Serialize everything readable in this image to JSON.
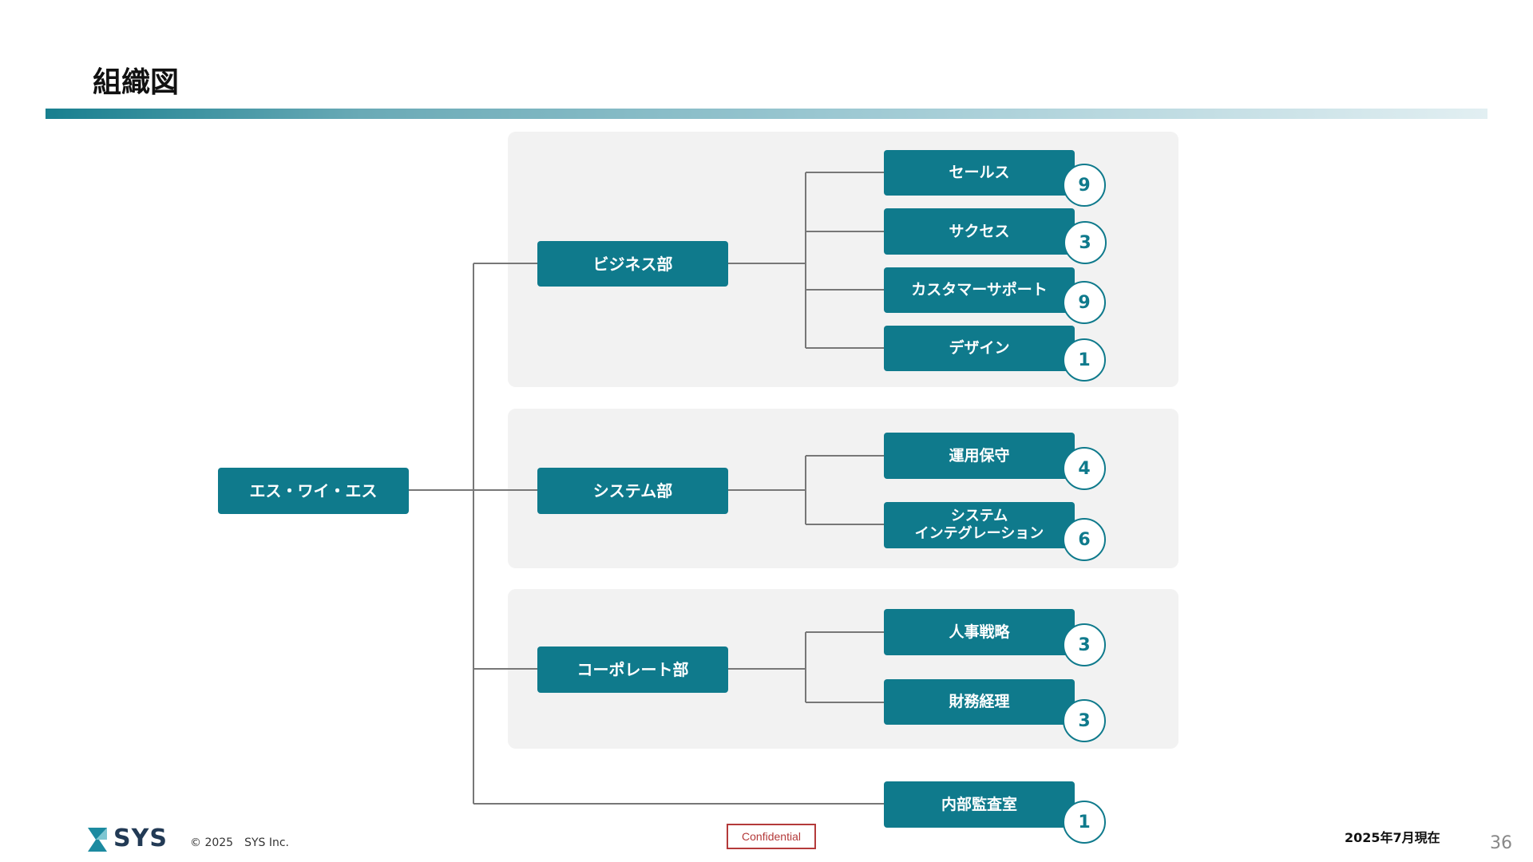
{
  "header": {
    "title": "組織図"
  },
  "chart": {
    "root": "エス・ワイ・エス",
    "departments": [
      {
        "name": "ビジネス部",
        "teams": [
          {
            "name": "セールス",
            "count": "9"
          },
          {
            "name": "サクセス",
            "count": "3"
          },
          {
            "name": "カスタマーサポート",
            "count": "9"
          },
          {
            "name": "デザイン",
            "count": "1"
          }
        ]
      },
      {
        "name": "システム部",
        "teams": [
          {
            "name": "運用保守",
            "count": "4"
          },
          {
            "name": "システム\nインテグレーション",
            "count": "6"
          }
        ]
      },
      {
        "name": "コーポレート部",
        "teams": [
          {
            "name": "人事戦略",
            "count": "3"
          },
          {
            "name": "財務経理",
            "count": "3"
          }
        ]
      }
    ],
    "standalone": {
      "name": "内部監査室",
      "count": "1"
    }
  },
  "footer": {
    "logo_text": "SYS",
    "copyright": "© 2025　SYS Inc.",
    "confidential": "Confidential",
    "as_of": "2025年7月現在",
    "page_number": "36"
  },
  "colors": {
    "primary": "#0f7a8c",
    "group_bg": "#f2f2f2",
    "connector": "#777777",
    "confidential": "#b43a3a"
  }
}
